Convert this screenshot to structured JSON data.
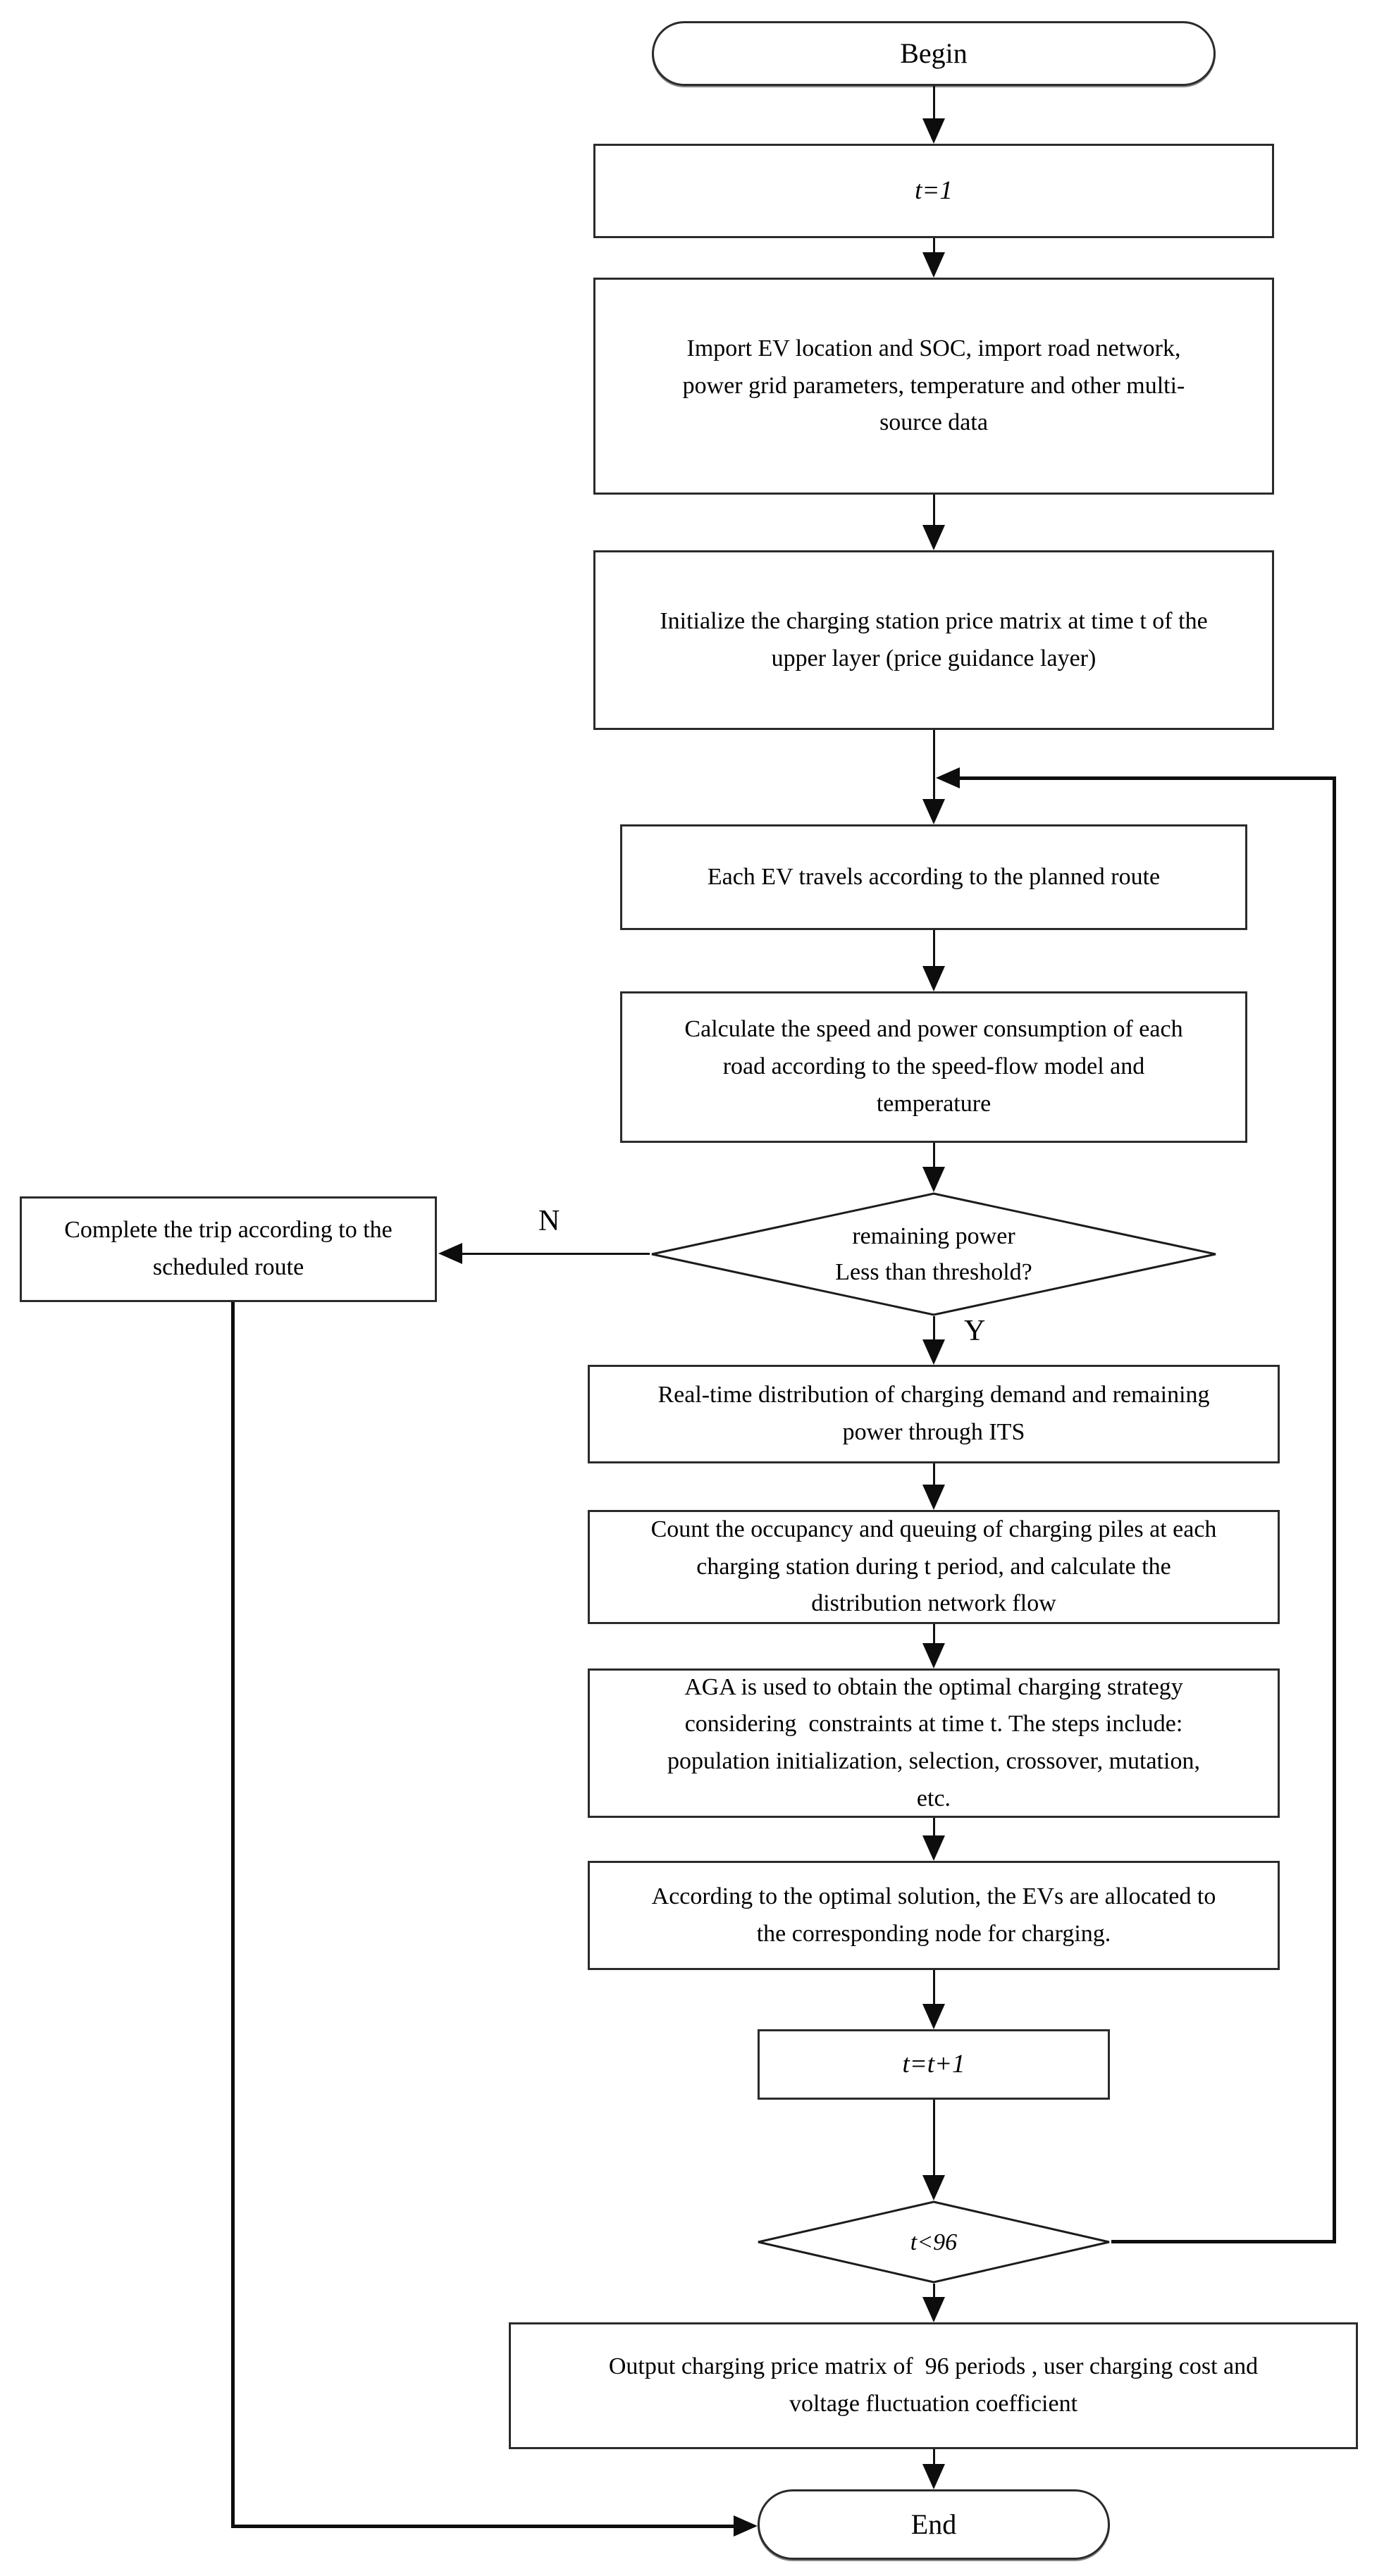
{
  "flowchart": {
    "background": "#ffffff",
    "stroke_color": "#1c1c1c",
    "nodes": {
      "begin": {
        "type": "terminator",
        "label": "Begin"
      },
      "set_t": {
        "type": "process",
        "label": "t=1"
      },
      "import_data": {
        "type": "process",
        "label": "Import EV location and SOC, import road network,\npower grid parameters, temperature and other multi-\nsource data"
      },
      "init_price": {
        "type": "process",
        "label": "Initialize the charging station price matrix at time t of the\nupper layer (price guidance layer)"
      },
      "ev_travel": {
        "type": "process",
        "label": "Each EV travels according to the planned route"
      },
      "calc_speed": {
        "type": "process",
        "label": "Calculate the speed and power consumption of each\nroad according to the speed-flow model and\ntemperature"
      },
      "power_check": {
        "type": "decision",
        "label": "remaining power\nLess than threshold?"
      },
      "complete_trip": {
        "type": "process",
        "label": "Complete the trip according to the\nscheduled route"
      },
      "realtime_dist": {
        "type": "process",
        "label": "Real-time distribution of charging demand and remaining\npower through ITS"
      },
      "count_occupancy": {
        "type": "process",
        "label": "Count the occupancy and queuing of charging piles at each\ncharging station during t period, and calculate the\ndistribution network flow"
      },
      "aga_optimize": {
        "type": "process",
        "label": "AGA is used to obtain the optimal charging strategy\nconsidering  constraints at time t. The steps include:\npopulation initialization, selection, crossover, mutation,\netc."
      },
      "allocate_ev": {
        "type": "process",
        "label": "According to the optimal solution, the EVs are allocated to\nthe corresponding node for charging."
      },
      "increment_t": {
        "type": "process",
        "label": "t=t+1"
      },
      "loop_check": {
        "type": "decision",
        "label": "t<96"
      },
      "output_results": {
        "type": "process",
        "label": "Output charging price matrix of  96 periods , user charging cost and\nvoltage fluctuation coefficient"
      },
      "end": {
        "type": "terminator",
        "label": "End"
      }
    },
    "edge_labels": {
      "no": "N",
      "yes": "Y"
    },
    "edges": [
      "begin -> set_t",
      "set_t -> import_data",
      "import_data -> init_price",
      "init_price -> ev_travel",
      "ev_travel -> calc_speed",
      "calc_speed -> power_check",
      "power_check -N-> complete_trip",
      "power_check -Y-> realtime_dist",
      "realtime_dist -> count_occupancy",
      "count_occupancy -> aga_optimize",
      "aga_optimize -> allocate_ev",
      "allocate_ev -> increment_t",
      "increment_t -> loop_check",
      "loop_check -right-> loop back above ev_travel",
      "loop_check -down-> output_results",
      "output_results -> end",
      "complete_trip -> end"
    ]
  }
}
